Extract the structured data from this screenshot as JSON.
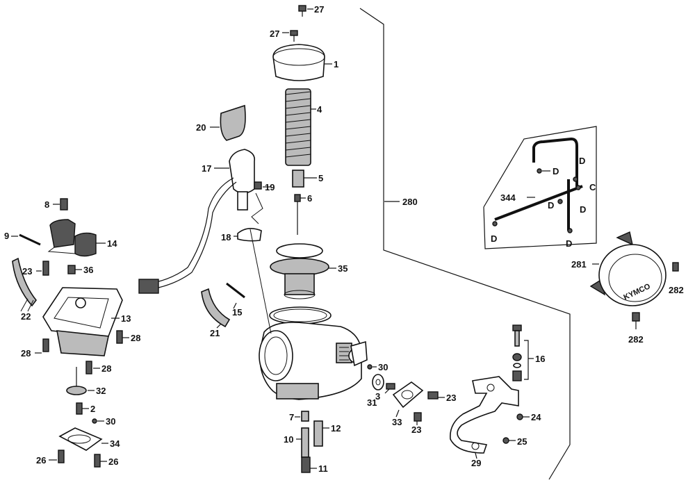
{
  "callouts": {
    "c27a": "27",
    "c27b": "27",
    "c1": "1",
    "c4": "4",
    "c20": "20",
    "c17": "17",
    "c5": "5",
    "c19": "19",
    "c6": "6",
    "c280": "280",
    "c344": "344",
    "cD1": "D",
    "cD2": "D",
    "cC": "C",
    "cD3": "D",
    "cD4": "D",
    "cD5": "D",
    "cD6": "D",
    "c8": "8",
    "c9": "9",
    "c14": "14",
    "c18": "18",
    "c35": "35",
    "c281": "281",
    "c282a": "282",
    "c282b": "282",
    "c23a": "23",
    "c36": "36",
    "c15": "15",
    "c22": "22",
    "c13": "13",
    "c21": "21",
    "c28a": "28",
    "c28b": "28",
    "c28c": "28",
    "c16": "16",
    "c30a": "30",
    "c3": "3",
    "c23b": "23",
    "c31": "31",
    "c32": "32",
    "c2": "2",
    "c30b": "30",
    "c7": "7",
    "c12": "12",
    "c33": "33",
    "c23c": "23",
    "c24": "24",
    "c10": "10",
    "c34": "34",
    "c25": "25",
    "c26a": "26",
    "c26b": "26",
    "c29": "29",
    "c11": "11"
  },
  "logo_text": "KYMCO"
}
